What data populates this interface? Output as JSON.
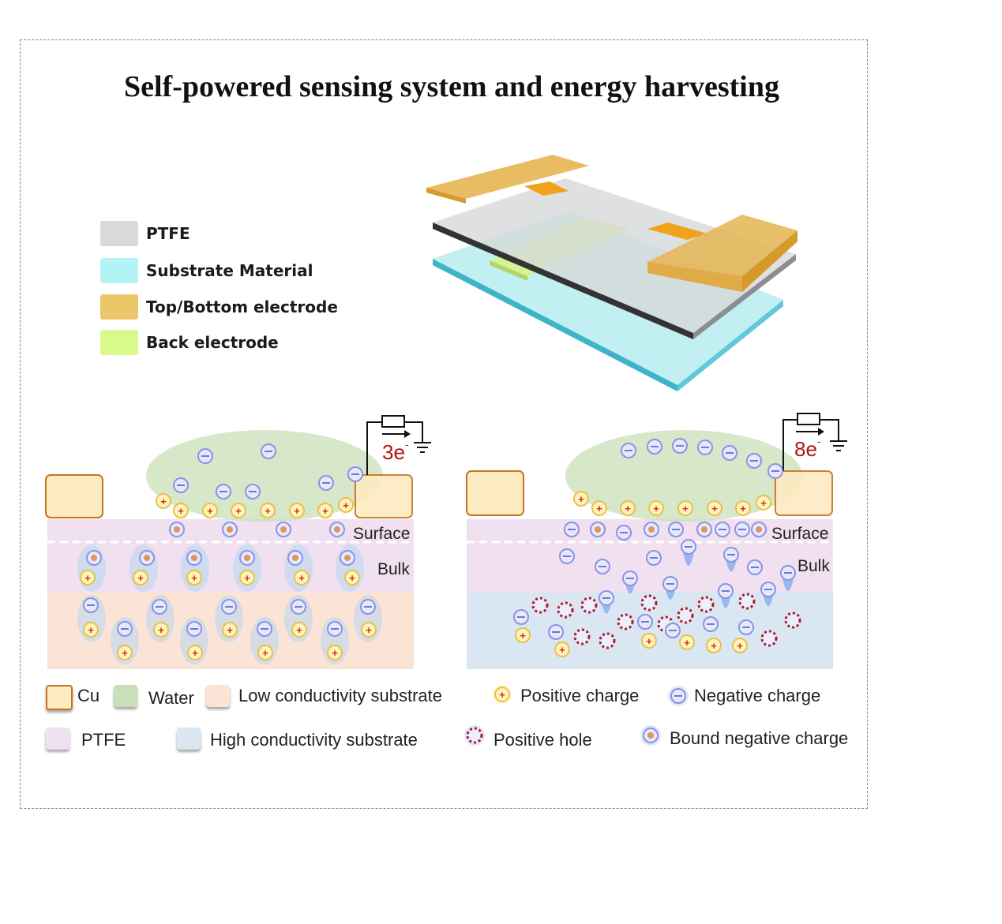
{
  "title": "Self-powered sensing system and energy harvesting",
  "device_legend": [
    {
      "label": "PTFE",
      "color": "#d9d9d9"
    },
    {
      "label": "Substrate Material",
      "color": "#b3f3f5"
    },
    {
      "label": "Top/Bottom electrode",
      "color": "#ebc76a"
    },
    {
      "label": "Back electrode",
      "color": "#d8f98c"
    }
  ],
  "panels": {
    "left": {
      "electron_count": "3e",
      "surface_label": "Surface",
      "bulk_label": "Bulk"
    },
    "right": {
      "electron_count": "8e",
      "surface_label": "Surface",
      "bulk_label": "Bulk"
    }
  },
  "superscript_minus": "-",
  "bottom_legend": {
    "cu": "Cu",
    "water": "Water",
    "low_sub": "Low conductivity substrate",
    "ptfe": "PTFE",
    "high_sub": "High conductivity substrate",
    "positive_charge": "Positive charge",
    "negative_charge": "Negative charge",
    "positive_hole": "Positive hole",
    "bound_negative": "Bound negative charge"
  },
  "colors": {
    "cu_fill": "#fdebc2",
    "cu_border": "#c8741e",
    "water": "#c8dfb8",
    "low_substrate": "#fbe4d6",
    "high_substrate": "#dae6f2",
    "ptfe_layer": "#f1e0ef",
    "counter_text": "#b01515"
  }
}
